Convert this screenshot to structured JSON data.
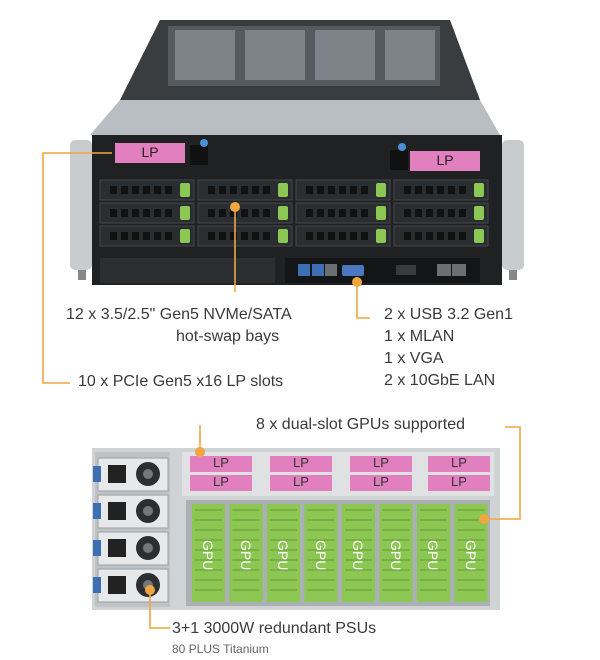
{
  "front_slot_label": "LP",
  "bays_callout": {
    "line1": "12 x 3.5/2.5\" Gen5 NVMe/SATA",
    "line2": "hot-swap bays"
  },
  "io_callout": [
    "2 x USB 3.2 Gen1",
    "1 x MLAN",
    "1 x VGA",
    "2 x 10GbE LAN"
  ],
  "pcie_callout": "10 x PCIe Gen5 x16 LP slots",
  "gpu_callout": "8 x dual-slot GPUs supported",
  "rear_slot_label": "LP",
  "gpu_label": "GPU",
  "psu_callout": {
    "title": "3+1 3000W redundant PSUs",
    "subtitle": "80 PLUS Titanium"
  },
  "colors": {
    "callout_line": "#f0a640",
    "lp_pink": "#e27fbf",
    "gpu_green": "#8cc653",
    "chassis": "#2a2a2a",
    "rear": "#cfd3d6"
  }
}
